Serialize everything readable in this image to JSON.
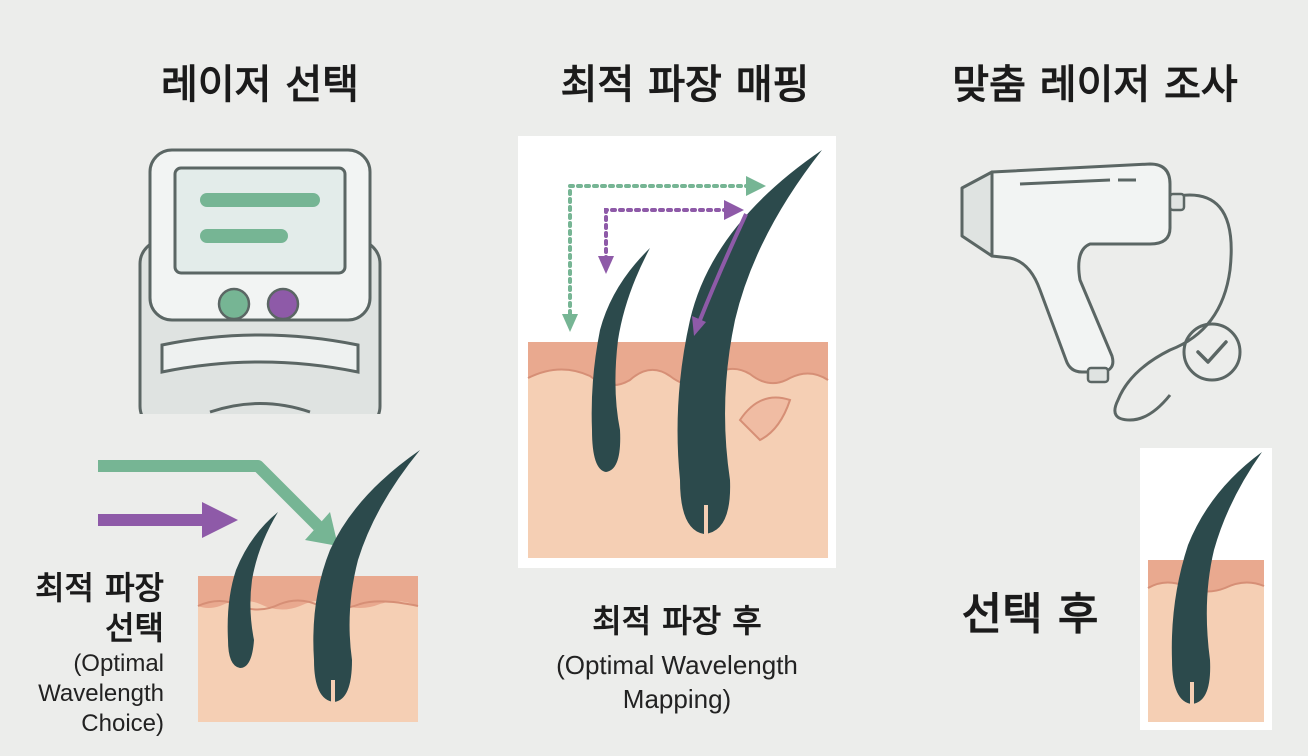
{
  "panel1": {
    "title": "레이저 선택",
    "label_ko_line1": "최적 파장",
    "label_ko_line2": "선택",
    "label_en_line1": "(Optimal",
    "label_en_line2": "Wavelength",
    "label_en_line3": "Choice)"
  },
  "panel2": {
    "title": "최적 파장 매핑",
    "label_ko": "최적 파장 후",
    "label_en_line1": "(Optimal Wavelength",
    "label_en_line2": "Mapping)"
  },
  "panel3": {
    "title": "맞춤 레이저 조사",
    "label_ko": "선택 후"
  },
  "icons": [
    "laser-machine-icon",
    "laser-handpiece-icon",
    "check-circle-icon",
    "hair-follicle-icon",
    "arrow-icon"
  ],
  "colors": {
    "green": "#76b594",
    "purple": "#8e5aa8",
    "hair": "#2c4a4c",
    "skin_top": "#e9a98f",
    "skin": "#f5cfb4",
    "outline": "#5b6664"
  }
}
